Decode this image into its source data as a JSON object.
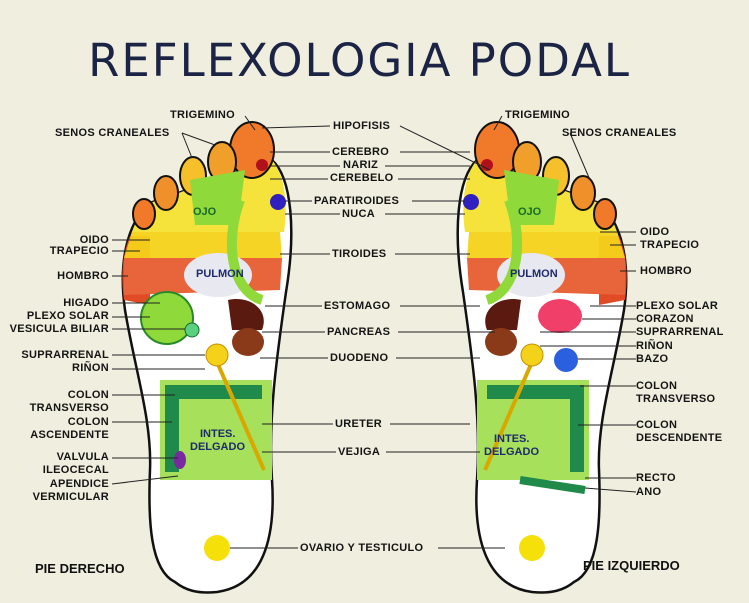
{
  "title": "REFLEXOLOGIA PODAL",
  "right_foot": {
    "caption": "PIE DERECHO",
    "labels": {
      "trigemino": "TRIGEMINO",
      "senos": "SENOS CRANEALES",
      "oido": "OIDO",
      "trapecio": "TRAPECIO",
      "hombro": "HOMBRO",
      "higado": "HIGADO",
      "plexo": "PLEXO SOLAR",
      "vesicula": "VESICULA BILIAR",
      "suprarrenal": "SUPRARRENAL",
      "rinon": "RIÑON",
      "colon1": "COLON",
      "transverso": "TRANSVERSO",
      "colon2": "COLON",
      "ascendente": "ASCENDENTE",
      "valvula": "VALVULA",
      "ileocecal": "ILEOCECAL",
      "apendice": "APENDICE",
      "vermicular": "VERMICULAR"
    },
    "inner": {
      "ojo": "OJO",
      "pulmon": "PULMON",
      "intes1": "INTES.",
      "intes2": "DELGADO"
    }
  },
  "center": {
    "hipofisis": "HIPOFISIS",
    "cerebro": "CEREBRO",
    "nariz": "NARIZ",
    "cerebelo": "CEREBELO",
    "paratiroides": "PARATIROIDES",
    "nuca": "NUCA",
    "tiroides": "TIROIDES",
    "estomago": "ESTOMAGO",
    "pancreas": "PANCREAS",
    "duodeno": "DUODENO",
    "ureter": "URETER",
    "vejiga": "VEJIGA",
    "ovario": "OVARIO Y TESTICULO"
  },
  "left_foot": {
    "caption": "PIE IZQUIERDO",
    "labels": {
      "trigemino": "TRIGEMINO",
      "senos": "SENOS CRANEALES",
      "oido": "OIDO",
      "trapecio": "TRAPECIO",
      "hombro": "HOMBRO",
      "plexo": "PLEXO SOLAR",
      "corazon": "CORAZON",
      "suprarrenal": "SUPRARRENAL",
      "rinon": "RIÑON",
      "bazo": "BAZO",
      "colon1": "COLON",
      "transverso": "TRANSVERSO",
      "colon2": "COLON",
      "descendente": "DESCENDENTE",
      "recto": "RECTO",
      "ano": "ANO"
    },
    "inner": {
      "ojo": "OJO",
      "pulmon": "PULMON",
      "intes1": "INTES.",
      "intes2": "DELGADO"
    }
  },
  "colors": {
    "background": "#efeedf",
    "title": "#1b2444",
    "toe": "#f07a2a",
    "green": "#8fd93a",
    "dark_green": "#1f8a4a",
    "yellow": "#f5d21a",
    "red": "#e04a25"
  }
}
